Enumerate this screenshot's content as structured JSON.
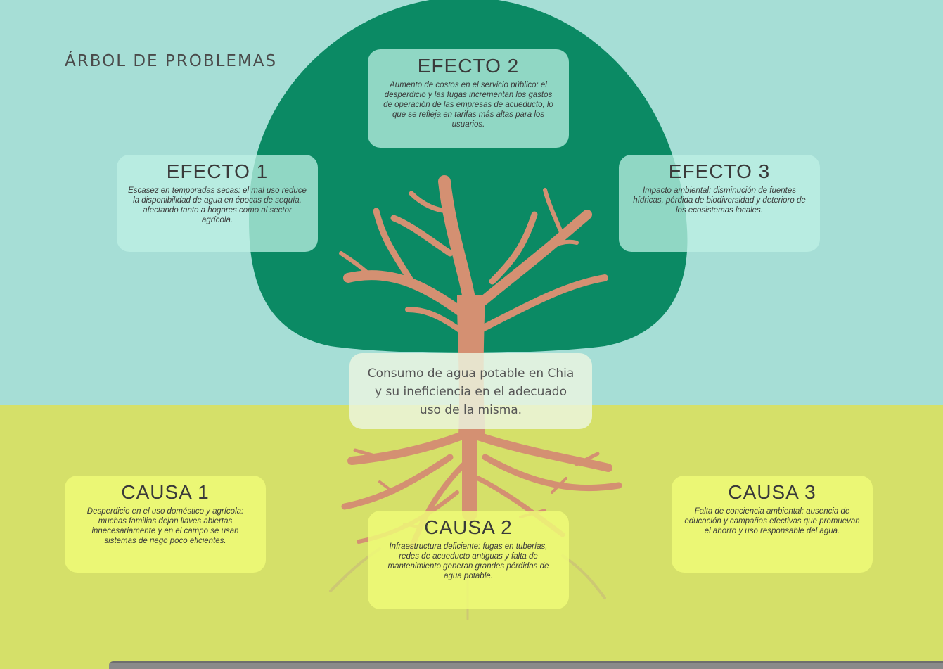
{
  "title": "ÁRBOL DE PROBLEMAS",
  "central_problem": "Consumo de agua potable en Chia y su ineficiencia en el adecuado uso de la misma.",
  "effects": [
    {
      "heading": "EFECTO 1",
      "text": "Escasez en temporadas secas: el mal uso reduce la disponibilidad de agua en épocas de sequía, afectando tanto a hogares como al sector agrícola."
    },
    {
      "heading": "EFECTO 2",
      "text": "Aumento de costos en el servicio público: el desperdicio y las fugas incrementan los gastos de operación de las empresas de acueducto, lo que se refleja en tarifas más altas para los usuarios."
    },
    {
      "heading": "EFECTO 3",
      "text": "Impacto ambiental: disminución de fuentes hídricas, pérdida de biodiversidad y deterioro de los ecosistemas locales."
    }
  ],
  "causes": [
    {
      "heading": "CAUSA 1",
      "text": "Desperdicio en el uso doméstico y agrícola: muchas familias dejan llaves abiertas innecesariamente y en el campo se usan sistemas de riego poco eficientes."
    },
    {
      "heading": "CAUSA 2",
      "text": "Infraestructura deficiente: fugas en tuberías, redes de acueducto antiguas y falta de mantenimiento generan grandes pérdidas de agua potable."
    },
    {
      "heading": "CAUSA 3",
      "text": "Falta de conciencia ambiental: ausencia de educación y campañas efectivas que promuevan el ahorro y uso responsable del agua."
    }
  ],
  "colors": {
    "sky": "#a6ded6",
    "ground": "#d5e069",
    "canopy": "#0b8a64",
    "trunk": "#d49072"
  }
}
